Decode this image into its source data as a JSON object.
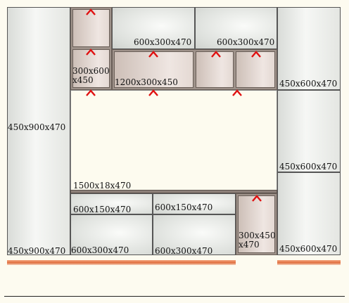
{
  "colors": {
    "hinge_mark": "#e01010",
    "plinth": "#e07040",
    "background": "#fdfbf0"
  },
  "labels": {
    "left_tall_top": "450x900x470",
    "left_tall_bottom": "450x900x470",
    "top_small": "300x600\nx450",
    "top_mid_1": "600x300x470",
    "top_mid_2": "600x300x470",
    "top_long": "1200x300x450",
    "right_top": "450x600x470",
    "right_mid": "450x600x470",
    "right_bottom": "450x600x470",
    "shelf": "1500x18x470",
    "drawer_a": "600x150x470",
    "drawer_b": "600x150x470",
    "base_a": "600x300x470",
    "base_b": "600x300x470",
    "base_small": "300x450\nx470"
  },
  "hinge_marks": [
    "top-small-upper",
    "top-small-lower",
    "top-long",
    "top-door-a",
    "top-door-b",
    "below-top-small",
    "below-top-long",
    "below-top-door-b",
    "base-small"
  ]
}
